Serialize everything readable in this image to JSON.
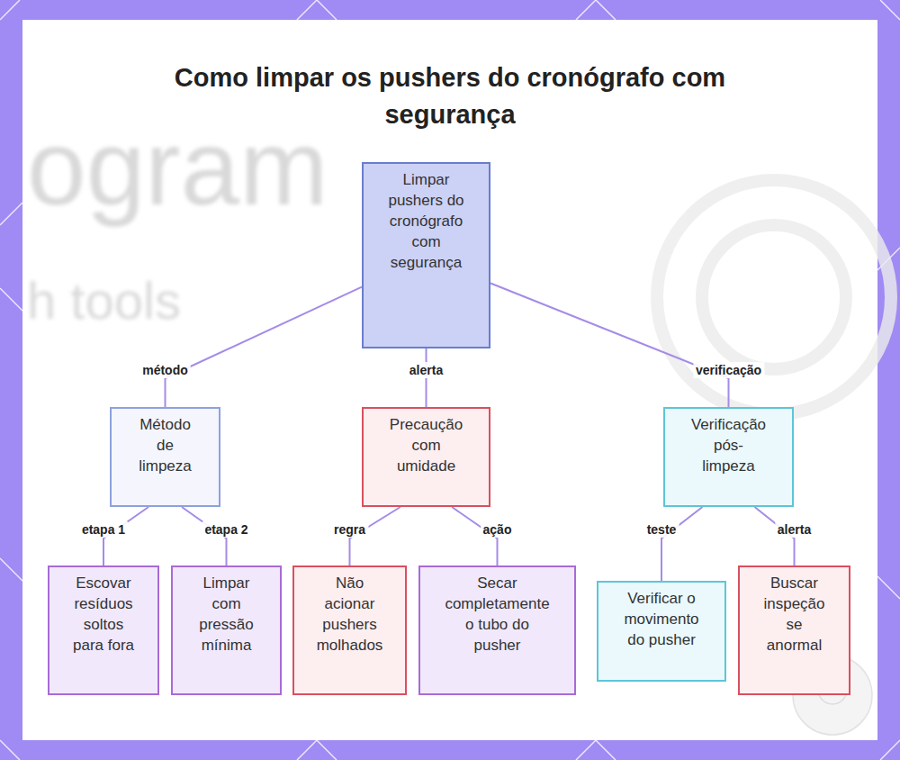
{
  "diagram": {
    "title": "Como limpar os pushers do cronógrafo com segurança",
    "nodes": [
      {
        "text": [
          "Limpar pushers do cronógrafo com segurança"
        ]
      },
      {
        "text": [
          "Método de limpeza"
        ]
      },
      {
        "text": [
          "Precaução com umidade"
        ]
      },
      {
        "text": [
          "Verificação pós-limpeza"
        ]
      },
      {
        "text": [
          "Escovar resíduos soltos para fora"
        ]
      },
      {
        "text": [
          "Limpar com pressão mínima"
        ]
      },
      {
        "text": [
          "Não acionar pushers molhados"
        ]
      },
      {
        "text": [
          "Secar completamente o tubo do pusher"
        ]
      },
      {
        "text": [
          "Verificar o movimento do pusher"
        ]
      },
      {
        "text": [
          "Buscar inspeção se anormal"
        ]
      }
    ],
    "edges": [
      {
        "from": 0,
        "to": 1,
        "label": "método",
        "arrow": "none"
      },
      {
        "from": 0,
        "to": 2,
        "label": "alerta",
        "arrow": "none"
      },
      {
        "from": 0,
        "to": 3,
        "label": "verificação",
        "arrow": "none"
      },
      {
        "from": 1,
        "to": 4,
        "label": "etapa 1",
        "arrow": "none"
      },
      {
        "from": 1,
        "to": 5,
        "label": "etapa 2",
        "arrow": "none"
      },
      {
        "from": 2,
        "to": 6,
        "label": "regra",
        "arrow": "none"
      },
      {
        "from": 2,
        "to": 7,
        "label": "ação",
        "arrow": "none"
      },
      {
        "from": 3,
        "to": 8,
        "label": "teste",
        "arrow": "none"
      },
      {
        "from": 3,
        "to": 9,
        "label": "alerta",
        "arrow": "none"
      }
    ],
    "labels": [
      "ogram",
      "h tools"
    ]
  }
}
